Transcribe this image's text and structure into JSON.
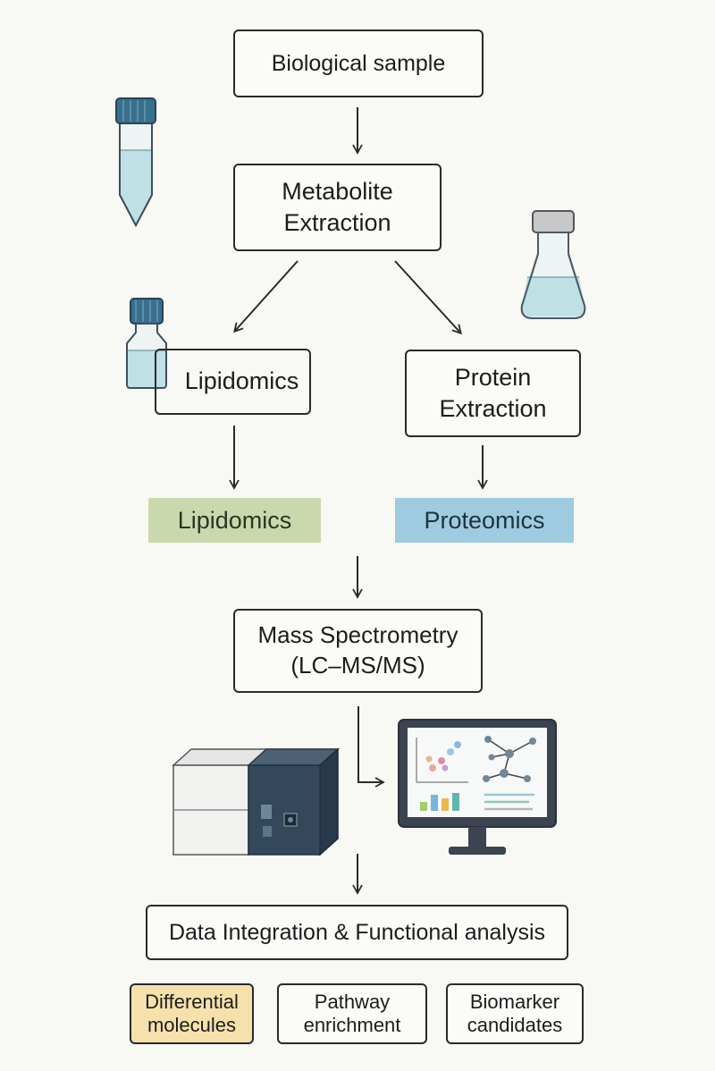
{
  "steps": {
    "sample": "Biological sample",
    "metabolite_line1": "Metabolite",
    "metabolite_line2": "Extraction",
    "lipidomics_box": "Lipidomics",
    "protein_line1": "Protein",
    "protein_line2": "Extraction",
    "lipidomics_label": "Lipidomics",
    "proteomics_label": "Proteomics",
    "ms_line1": "Mass Spectrometry",
    "ms_line2": "(LC–MS/MS)",
    "integration": "Data Integration & Functional analysis"
  },
  "outputs": [
    {
      "line1": "Differential",
      "line2": "molecules"
    },
    {
      "line1": "Pathway",
      "line2": "enrichment"
    },
    {
      "line1": "Biomarker",
      "line2": "candidates"
    }
  ],
  "colors": {
    "lipidomics_fill": "#c9d9ad",
    "proteomics_fill": "#9ecbdf",
    "differential_fill": "#f6e1ad",
    "liquid": "#bfe0e4",
    "cap": "#3a6f8c",
    "instrument_dark": "#33485b"
  },
  "icons": [
    "test-tube-icon",
    "flask-icon",
    "vial-icon",
    "mass-spectrometer-icon",
    "monitor-dashboard-icon"
  ]
}
